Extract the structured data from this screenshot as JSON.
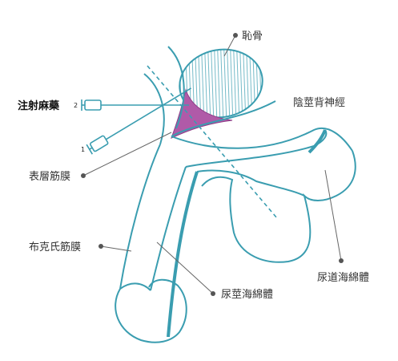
{
  "colors": {
    "outline": "#3a9db0",
    "anesthesia_zone": "#b05aa8",
    "leader": "#666666",
    "dot": "#555555",
    "text": "#333333",
    "injection_text": "#111111"
  },
  "labels": {
    "pubic_bone": "恥骨",
    "injection": "注射麻藥",
    "dorsal_nerve": "陰莖背神經",
    "superficial_fascia": "表層筋膜",
    "bucks_fascia": "布克氏筋膜",
    "corpus_cavernosum": "尿莖海綿體",
    "corpus_spongiosum": "尿道海綿體"
  },
  "needles": [
    {
      "number": "2"
    },
    {
      "number": "1"
    }
  ]
}
